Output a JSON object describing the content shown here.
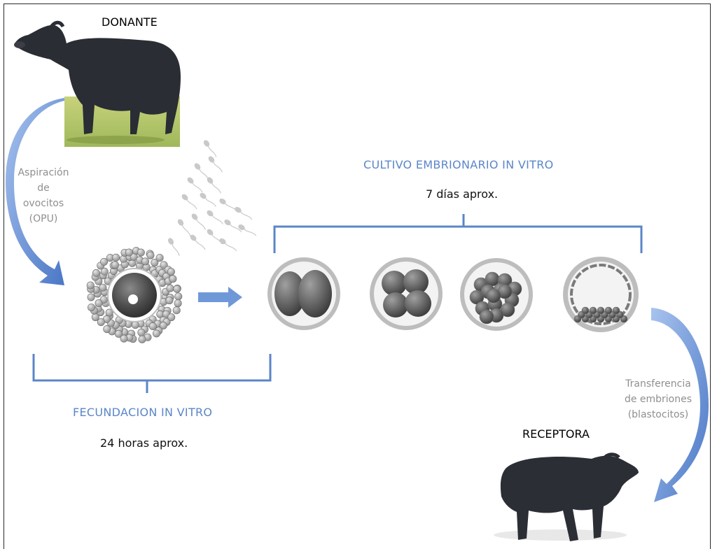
{
  "donor_label": "DONANTE",
  "recipient_label": "RECEPTORA",
  "aspiration_lines": [
    "Aspiración",
    "de",
    "ovocitos",
    "(OPU)"
  ],
  "culture_title": "CULTIVO EMBRIONARIO IN VITRO",
  "culture_duration": "7 días aprox.",
  "fertilization_title": "FECUNDACION IN VITRO",
  "fertilization_duration": "24 horas aprox.",
  "transfer_lines": [
    "Transferencia",
    "de embriones",
    "(blastocitos)"
  ],
  "colors": {
    "accent_blue": "#5b86c8",
    "caption_gray": "#8f8f8f",
    "cell_dark": "#4a4a4a",
    "grass": "#b9c86a"
  }
}
